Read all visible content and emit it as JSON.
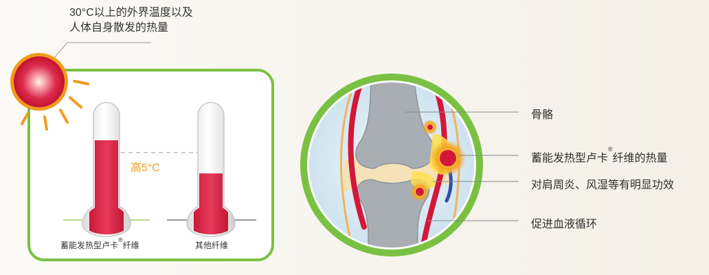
{
  "sun_text": {
    "line1": "30°C以上的外界温度以及",
    "line2": "人体自身散发的热量"
  },
  "thermometers": {
    "left_label_main": "蓄能发热型卢卡",
    "left_label_sup": "®",
    "left_label_tail": "纤维",
    "right_label": "其他纤维",
    "diff_text": "高5°C",
    "left_fill_fraction": 0.72,
    "right_fill_fraction": 0.47
  },
  "diagram_labels": {
    "bone": "骨骼",
    "heat_main": "蓄能发热型卢卡",
    "heat_sup": "®",
    "heat_tail": "纤维的热量",
    "effect": "对肩周炎、风湿等有明显功效",
    "circulation": "促进血液循环"
  },
  "colors": {
    "green_frame": "#7ac143",
    "sun_orange": "#f39a1e",
    "red": "#d2173a",
    "bone_gray": "#a9aeb4",
    "cartilage": "#f5e2b8"
  }
}
